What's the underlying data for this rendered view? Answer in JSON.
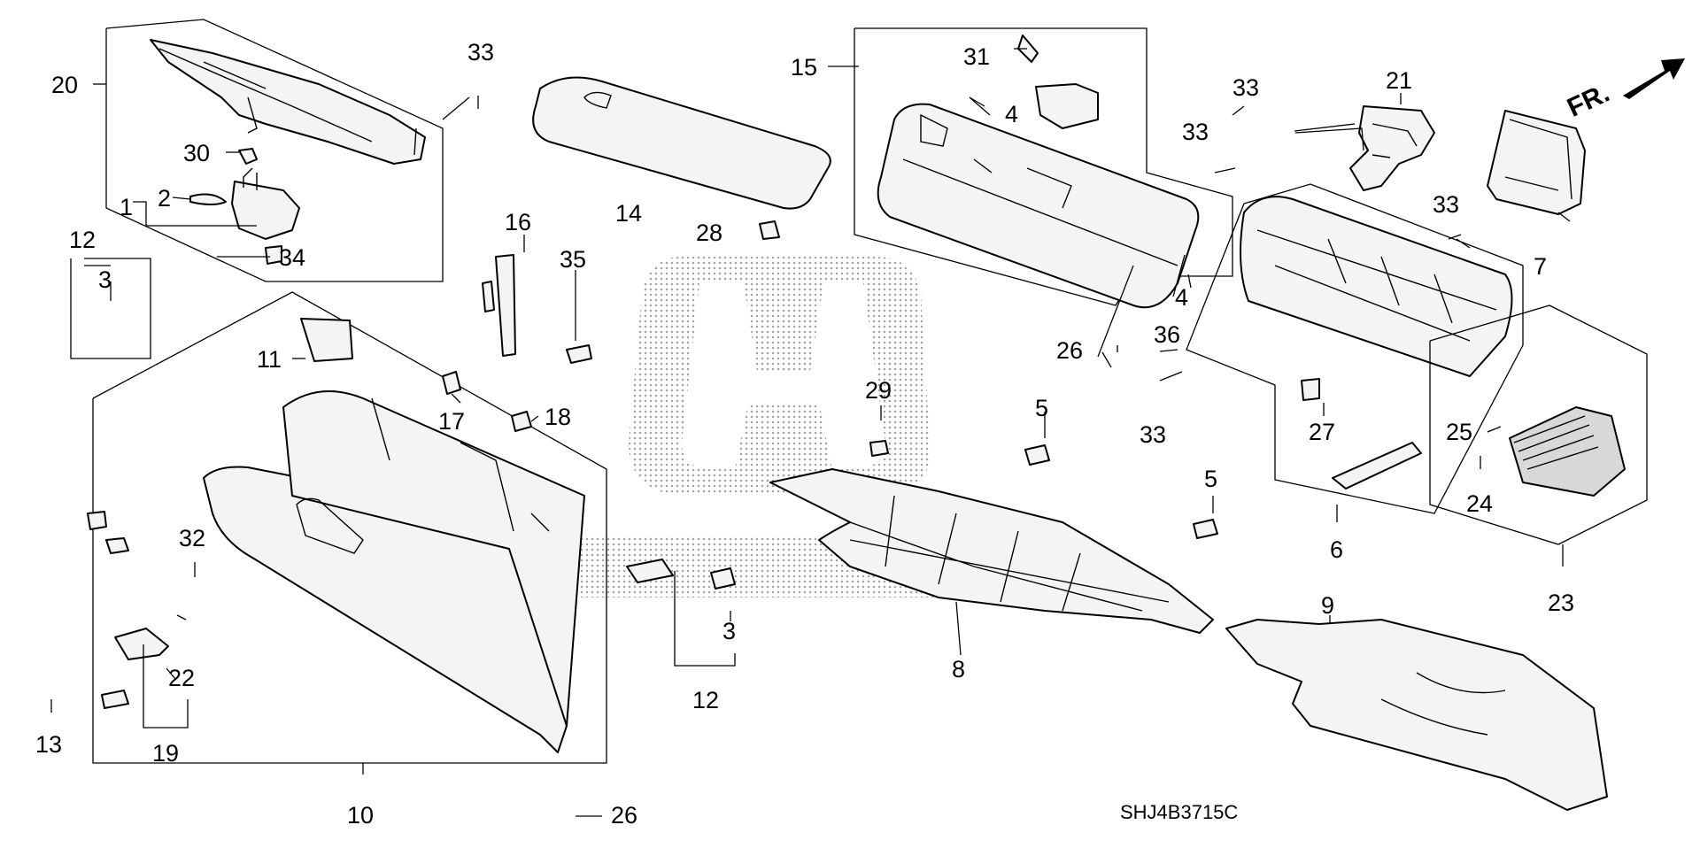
{
  "diagram_code": "SHJ4B3715C",
  "front_indicator": "FR.",
  "watermark": "Honda logo",
  "callouts": {
    "c1": "1",
    "c2": "2",
    "c3a": "3",
    "c3b": "3",
    "c4a": "4",
    "c4b": "4",
    "c5a": "5",
    "c5b": "5",
    "c6": "6",
    "c7": "7",
    "c8": "8",
    "c9": "9",
    "c10": "10",
    "c11": "11",
    "c12a": "12",
    "c12b": "12",
    "c13": "13",
    "c14": "14",
    "c15": "15",
    "c16": "16",
    "c17": "17",
    "c18": "18",
    "c19": "19",
    "c20": "20",
    "c21": "21",
    "c22": "22",
    "c23": "23",
    "c24": "24",
    "c25": "25",
    "c26a": "26",
    "c26b": "26",
    "c27": "27",
    "c28": "28",
    "c29": "29",
    "c30": "30",
    "c31": "31",
    "c32": "32",
    "c33a": "33",
    "c33b": "33",
    "c33c": "33",
    "c33d": "33",
    "c33e": "33",
    "c34": "34",
    "c35": "35",
    "c36": "36"
  }
}
